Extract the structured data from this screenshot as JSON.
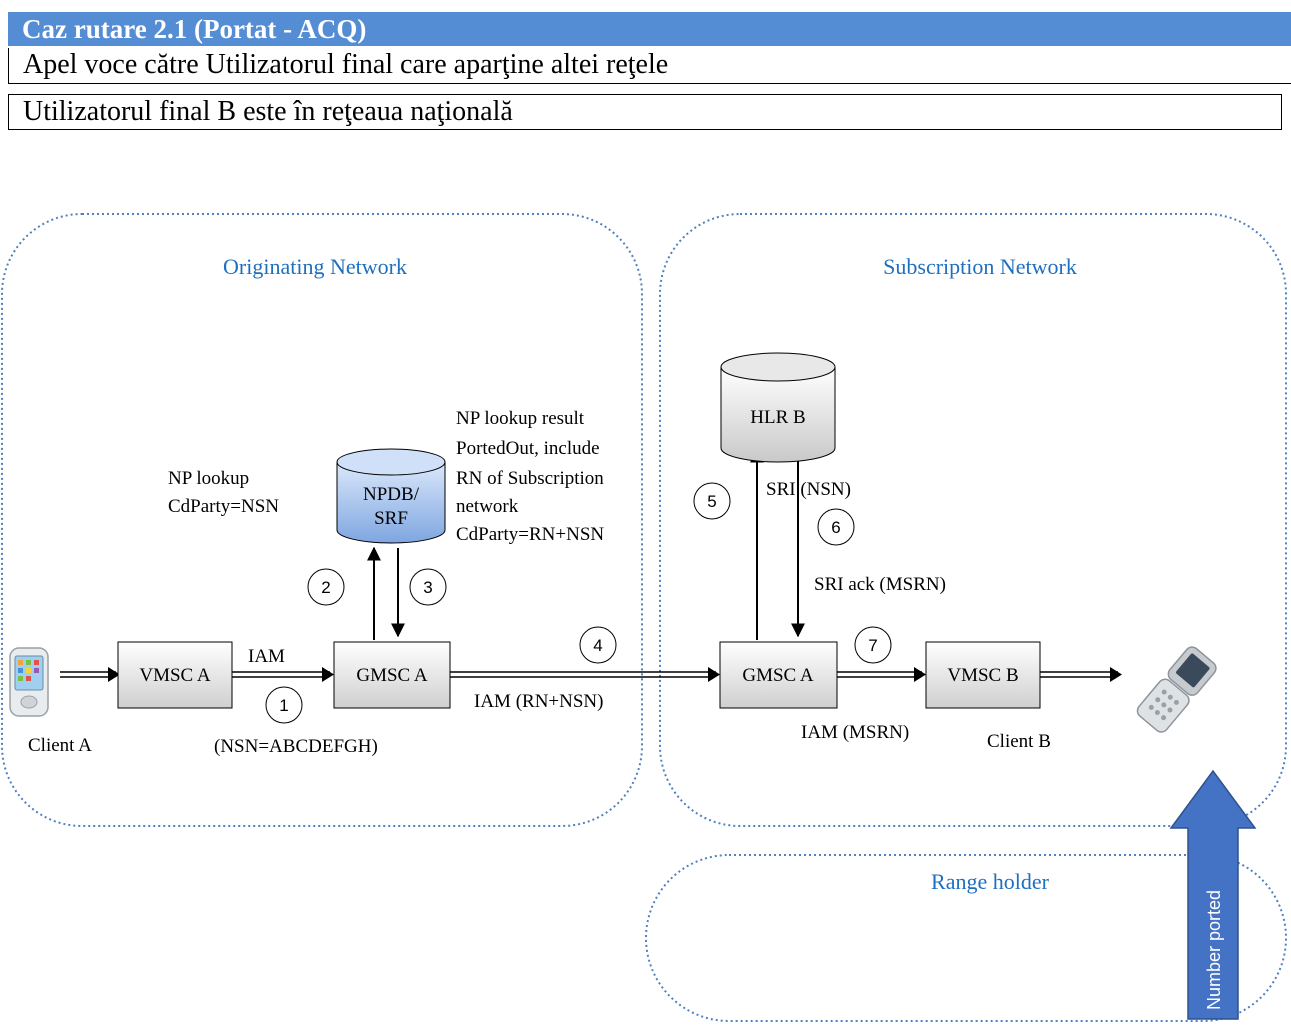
{
  "header": {
    "title": "Caz rutare 2.1 (Portat - ACQ)",
    "line1": "Apel voce către Utilizatorul final care aparţine altei reţele",
    "line2": "Utilizatorul final B este în reţeaua naţională"
  },
  "zones": {
    "originating": "Originating Network",
    "subscription": "Subscription Network",
    "range_holder": "Range holder"
  },
  "nodes": {
    "vmsc_a": "VMSC A",
    "gmsc_a": "GMSC A",
    "gmsc_a2": "GMSC A",
    "vmsc_b": "VMSC B",
    "npdb_line1": "NPDB/",
    "npdb_line2": "SRF",
    "hlr_b": "HLR B"
  },
  "clients": {
    "a": "Client A",
    "b": "Client B"
  },
  "labels": {
    "np_lookup_1": "NP lookup",
    "np_lookup_2": "CdParty=NSN",
    "np_result_1": "NP lookup result",
    "np_result_2": "PortedOut, include",
    "np_result_3": "RN of Subscription",
    "np_result_4": "network",
    "np_result_5": "CdParty=RN+NSN",
    "iam": "IAM",
    "nsn": "(NSN=ABCDEFGH)",
    "iam_rn_nsn": "IAM (RN+NSN)",
    "sri_nsn": "SRI (NSN)",
    "sri_ack": "SRI ack (MSRN)",
    "iam_msrn": "IAM (MSRN)",
    "number_ported": "Number ported"
  },
  "steps": [
    "1",
    "2",
    "3",
    "4",
    "5",
    "6",
    "7"
  ],
  "colors": {
    "header_bg": "#548dd4",
    "zone_border": "#4f81bd",
    "zone_text": "#1f6fbf",
    "npdb_fill": "#a9c6ee",
    "arrow_fill": "#4472c4"
  },
  "icons": {
    "client_a": "smartphone-icon",
    "client_b": "flip-phone-icon"
  }
}
